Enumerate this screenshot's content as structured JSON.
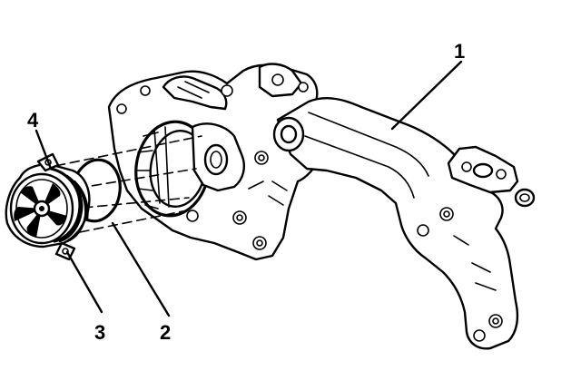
{
  "callouts": [
    {
      "id": "1",
      "label": "1",
      "part": "water-pump-housing"
    },
    {
      "id": "2",
      "label": "2",
      "part": "o-ring-seal"
    },
    {
      "id": "3",
      "label": "3",
      "part": "water-pump"
    },
    {
      "id": "4",
      "label": "4",
      "part": "pump-gasket"
    }
  ],
  "colors": {
    "ink": "#000000",
    "paper": "#ffffff"
  }
}
